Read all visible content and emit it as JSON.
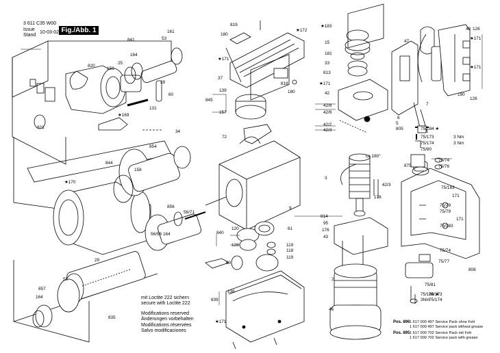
{
  "header": {
    "doc_number": "3 611 C35 W00",
    "issue_label": "Issue",
    "stand_label": "Stand",
    "issue_date": "10-03-02",
    "figure_label": "Fig./Abb. 1"
  },
  "notes": {
    "loctite_de": "mit Loctite 222 sichern",
    "loctite_en": "secure with Loctite 222",
    "mod_en": "Modifications reserved",
    "mod_de": "Änderungen vorbehalten",
    "mod_fr": "Modifications réservées",
    "mod_es": "Salvo modificaciones"
  },
  "service_packs": [
    {
      "label": "Pos. 896",
      "line1": "1 617 000 497 Service Pack ohne Fett",
      "line2": "1 617 000 497 Service pack without grease"
    },
    {
      "label": "Pos. 895",
      "line1": "1 617 000 702 Service Pack mit Fett",
      "line2": "1 617 000 702 Service pack with grease"
    }
  ],
  "part_labels": [
    "841",
    "161",
    "53",
    "820",
    "159",
    "25",
    "164",
    "28",
    "60",
    "131",
    "★169",
    "821",
    "34",
    "854",
    "844",
    "158",
    "★170",
    "856",
    "56/71",
    "56/58",
    "164",
    "29",
    "55",
    "857",
    "164",
    "835",
    "819",
    "180",
    "★172",
    "★171",
    "37",
    "818",
    "180",
    "139",
    "845",
    "157",
    "72",
    "9",
    "814",
    "120",
    "61",
    "840",
    "128",
    "119",
    "118",
    "119",
    "60",
    "138",
    "839",
    "★171",
    "★183",
    "15",
    "181",
    "33",
    "813",
    "★171",
    "42",
    "42/8",
    "42/6",
    "42/2",
    "42/3",
    "ca.180°",
    "42/3",
    "3",
    "176",
    "95",
    "176",
    "43",
    "2",
    "46",
    "48",
    "126",
    "★171",
    "47",
    "★171",
    "190",
    "126",
    "7",
    "6",
    "5",
    "805",
    "75/184 ★",
    "75/173",
    "3 Nm",
    "75/174",
    "3 Nm",
    "75/80",
    "875",
    "75/74",
    "75/76",
    "75/183",
    "171",
    "75/79",
    "75/79",
    "171",
    "75/183",
    "75/74",
    "808",
    "75/77",
    "75/81",
    "75/184 ★",
    "75/173",
    "3Nm",
    "75/174",
    "3Nm"
  ]
}
